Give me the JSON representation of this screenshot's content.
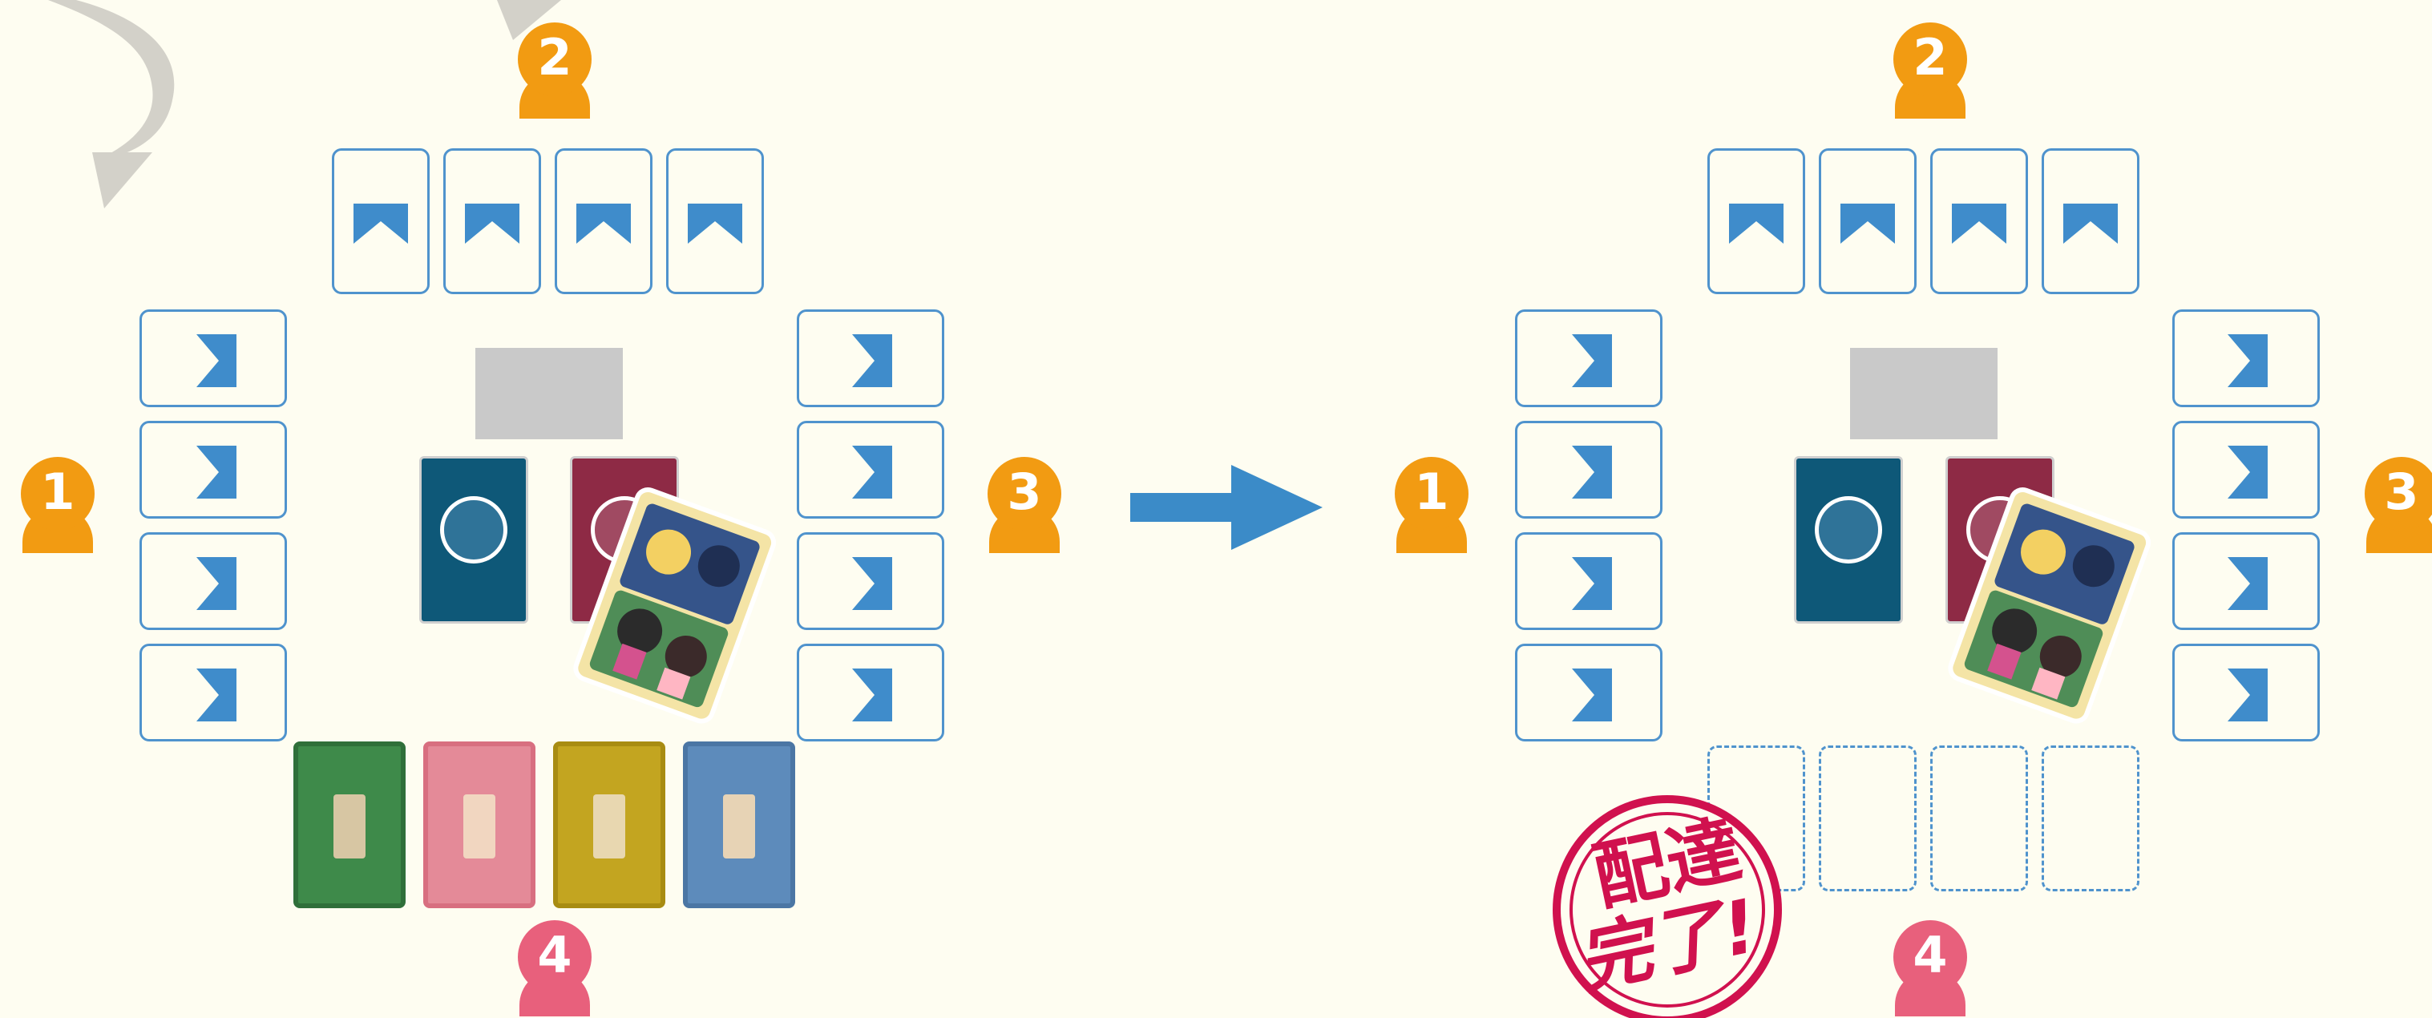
{
  "players": {
    "p1": "1",
    "p2": "2",
    "p3": "3",
    "p4": "4"
  },
  "colors": {
    "pawn_orange": "#f29b12",
    "pawn_pink": "#e8607c",
    "card_blue": "#4f93cd",
    "arrow_blue": "#3b8bc8",
    "deck_blue": "#0e5878",
    "deck_red": "#8e2a45",
    "stamp_red": "#d0114e"
  },
  "stamp": {
    "line1": "配達",
    "line2": "完了!"
  },
  "icons": {
    "transition": "right-arrow-icon",
    "card_up": "chevron-up-icon",
    "card_left": "chevron-left-icon",
    "card_right": "chevron-right-icon"
  }
}
